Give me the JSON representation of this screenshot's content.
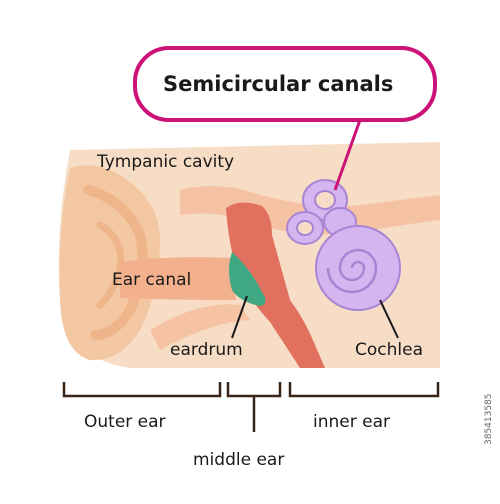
{
  "callout": {
    "text": "Semicircular canals"
  },
  "labels": {
    "tympanic_cavity": "Tympanic cavity",
    "ear_canal": "Ear canal",
    "eardrum": "eardrum",
    "cochlea": "Cochlea",
    "outer_ear": "Outer ear",
    "middle_ear": "middle ear",
    "inner_ear": "inner ear"
  },
  "stock_id": "385413585",
  "colors": {
    "skin": "#f7ddc6",
    "skin_dark": "#f4c7a3",
    "canal": "#f3b08c",
    "tympanic": "#e2705f",
    "eardrum": "#3fa882",
    "inner_ear": "#d4b5ef",
    "inner_ear_line": "#a884d4",
    "callout_border": "#cc1177",
    "bracket": "#3a2418"
  }
}
